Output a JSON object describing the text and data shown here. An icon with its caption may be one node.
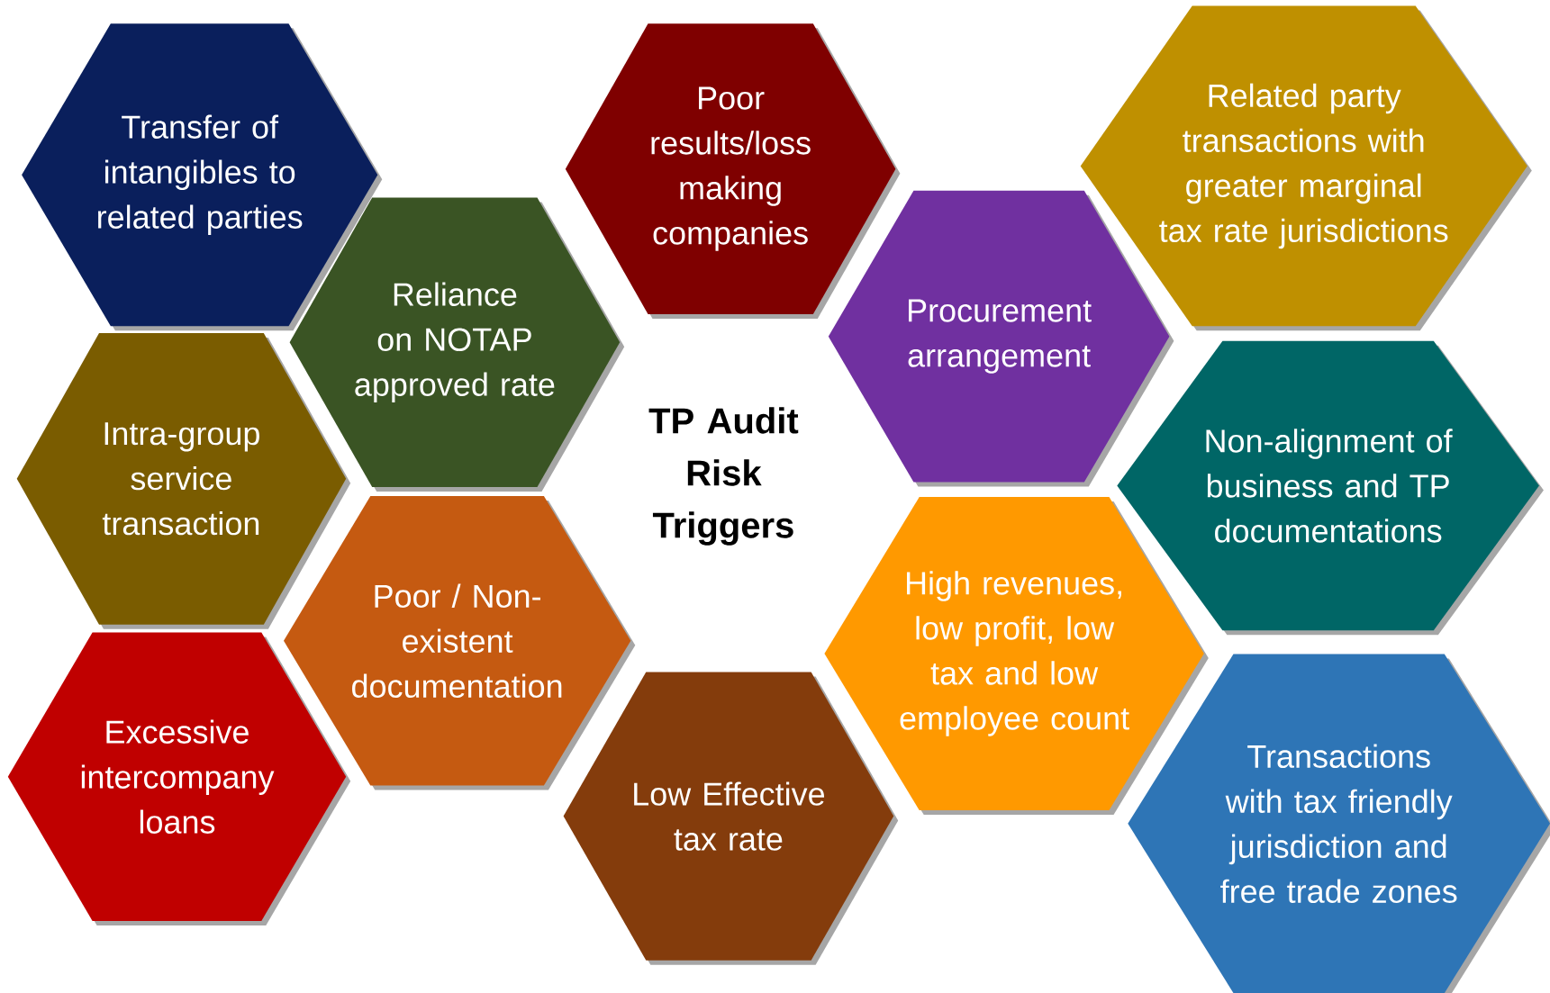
{
  "diagram": {
    "title": "TP Audit Risk Triggers",
    "nodes": [
      {
        "text": [
          "Transfer of intangibles to related parties"
        ]
      },
      {
        "text": [
          "Reliance on NOTAP approved rate"
        ]
      },
      {
        "text": [
          "Intra-group service transaction"
        ]
      },
      {
        "text": [
          "Poor / Non-existent documentation"
        ]
      },
      {
        "text": [
          "Excessive intercompany loans"
        ]
      },
      {
        "text": [
          "Poor results/loss making companies"
        ]
      },
      {
        "text": [
          "Low Effective tax rate"
        ]
      },
      {
        "text": [
          "Procurement arrangement"
        ]
      },
      {
        "text": [
          "High revenues, low profit, low tax and low employee count"
        ]
      },
      {
        "text": [
          "Related party transactions with greater marginal tax rate jurisdictions"
        ]
      },
      {
        "text": [
          "Non-alignment of business and TP documentations"
        ]
      },
      {
        "text": [
          "Transactions with tax friendly jurisdiction and free trade zones"
        ]
      }
    ]
  }
}
